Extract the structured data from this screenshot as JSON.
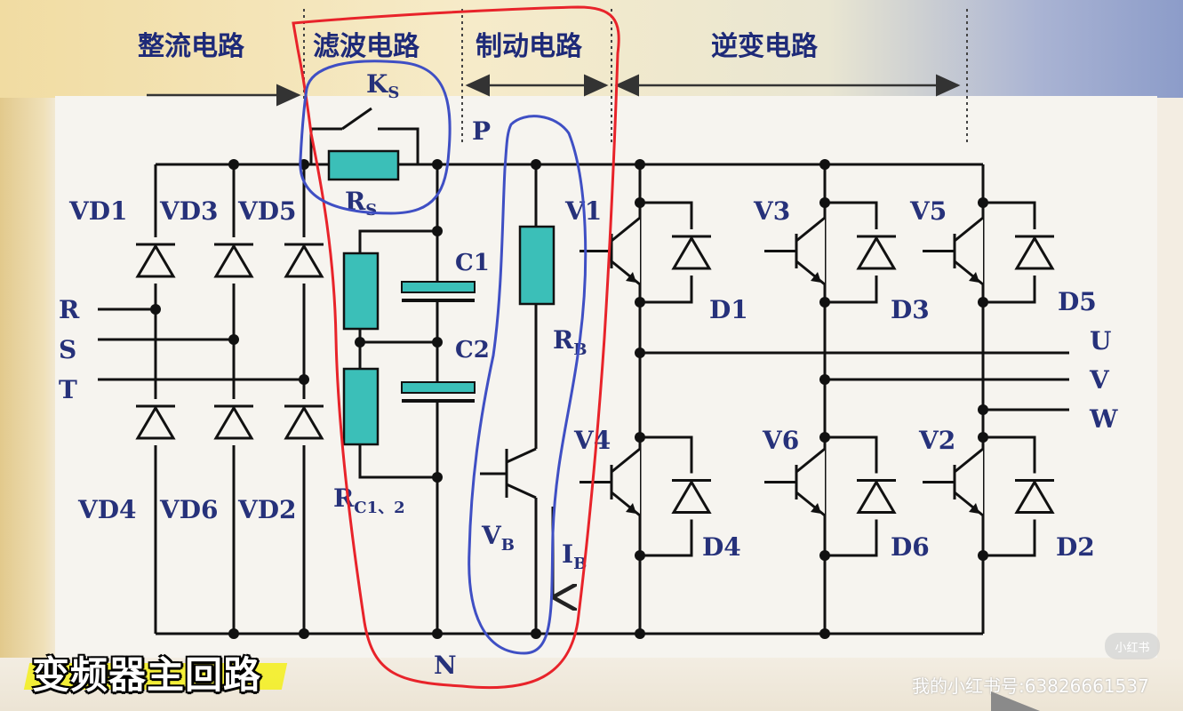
{
  "sections": {
    "rectifier": "整流电路",
    "filter": "滤波电路",
    "brake": "制动电路",
    "inverter": "逆变电路"
  },
  "labels": {
    "ks": "K",
    "ks_sub": "S",
    "rs": "R",
    "rs_sub": "S",
    "p": "P",
    "n": "N",
    "c1": "C1",
    "c2": "C2",
    "rc": "R",
    "rc_sub": "C1、2",
    "rb": "R",
    "rb_sub": "B",
    "vb": "V",
    "vb_sub": "B",
    "ib": "I",
    "ib_sub": "B"
  },
  "phases_in": [
    "R",
    "S",
    "T"
  ],
  "phases_out": [
    "U",
    "V",
    "W"
  ],
  "rectifier_diodes": {
    "top": [
      "VD1",
      "VD3",
      "VD5"
    ],
    "bottom": [
      "VD4",
      "VD6",
      "VD2"
    ]
  },
  "inverter": {
    "top_transistors": [
      "V1",
      "V3",
      "V5"
    ],
    "top_diodes": [
      "D1",
      "D3",
      "D5"
    ],
    "bottom_transistors": [
      "V4",
      "V6",
      "V2"
    ],
    "bottom_diodes": [
      "D4",
      "D6",
      "D2"
    ]
  },
  "caption": "变频器主回路",
  "watermark": "我的小红书号:63826661537",
  "logo_text": "小红书",
  "colors": {
    "wire": "#111111",
    "resistor": "#3bbfb8",
    "capacitor": "#3bbfb8",
    "label": "#26317a",
    "annotation_red": "#e8232a",
    "annotation_blue": "#3f4fc4"
  }
}
